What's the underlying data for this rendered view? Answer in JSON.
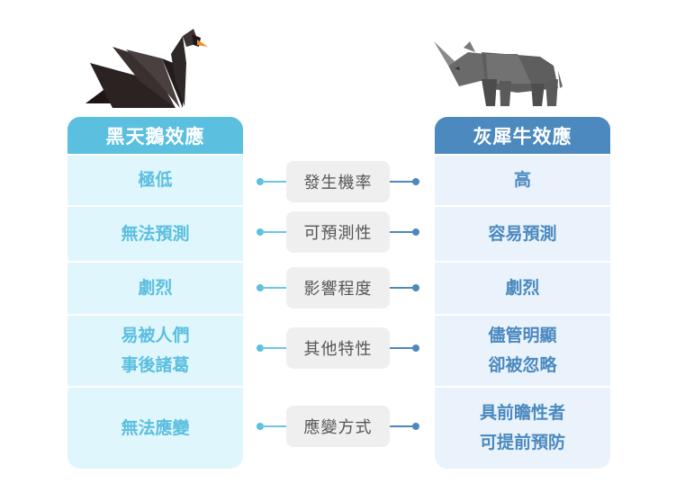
{
  "left_column": {
    "title": "黑天鵝效應",
    "illustration": "black-swan-origami",
    "color": "#5bbfdf",
    "cells": [
      {
        "lines": [
          "極低"
        ]
      },
      {
        "lines": [
          "無法預測"
        ]
      },
      {
        "lines": [
          "劇烈"
        ]
      },
      {
        "lines": [
          "易被人們",
          "事後諸葛"
        ]
      },
      {
        "lines": [
          "無法應變"
        ]
      }
    ]
  },
  "right_column": {
    "title": "灰犀牛效應",
    "illustration": "grey-rhino-lowpoly",
    "color": "#4b89bf",
    "cells": [
      {
        "lines": [
          "高"
        ]
      },
      {
        "lines": [
          "容易預測"
        ]
      },
      {
        "lines": [
          "劇烈"
        ]
      },
      {
        "lines": [
          "儘管明顯",
          "卻被忽略"
        ]
      },
      {
        "lines": [
          "具前瞻性者",
          "可提前預防"
        ]
      }
    ]
  },
  "criteria": [
    {
      "label": "發生機率"
    },
    {
      "label": "可預測性"
    },
    {
      "label": "影響程度"
    },
    {
      "label": "其他特性"
    },
    {
      "label": "應變方式"
    }
  ]
}
